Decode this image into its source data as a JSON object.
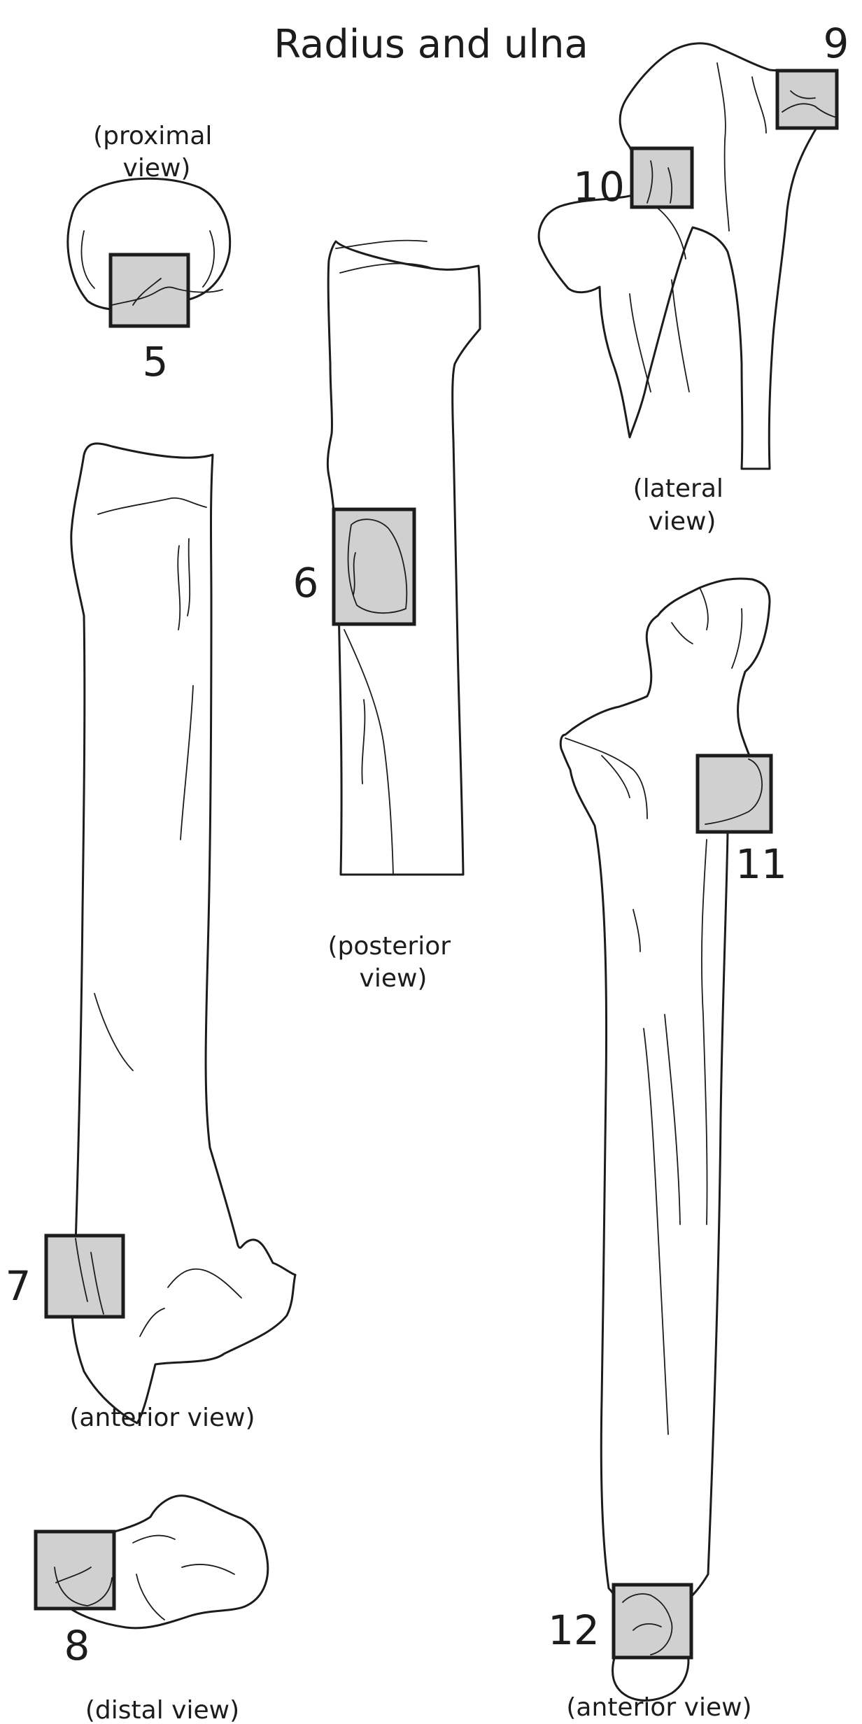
{
  "title": "Radius and ulna",
  "colors": {
    "line": "#1c1c1c",
    "box_fill": "#d0d0d0",
    "background": "#ffffff"
  },
  "views": {
    "radius_proximal": [
      "(proximal",
      "view)"
    ],
    "radius_posterior": [
      "(posterior",
      "view)"
    ],
    "radius_anterior": [
      "(anterior view)"
    ],
    "radius_distal": [
      "(distal view)"
    ],
    "ulna_lateral": [
      "(lateral",
      "view)"
    ],
    "ulna_anterior": [
      "(anterior view)"
    ]
  },
  "regions": [
    {
      "label": "5"
    },
    {
      "label": "6"
    },
    {
      "label": "7"
    },
    {
      "label": "8"
    },
    {
      "label": "9"
    },
    {
      "label": "10"
    },
    {
      "label": "11"
    },
    {
      "label": "12"
    }
  ]
}
